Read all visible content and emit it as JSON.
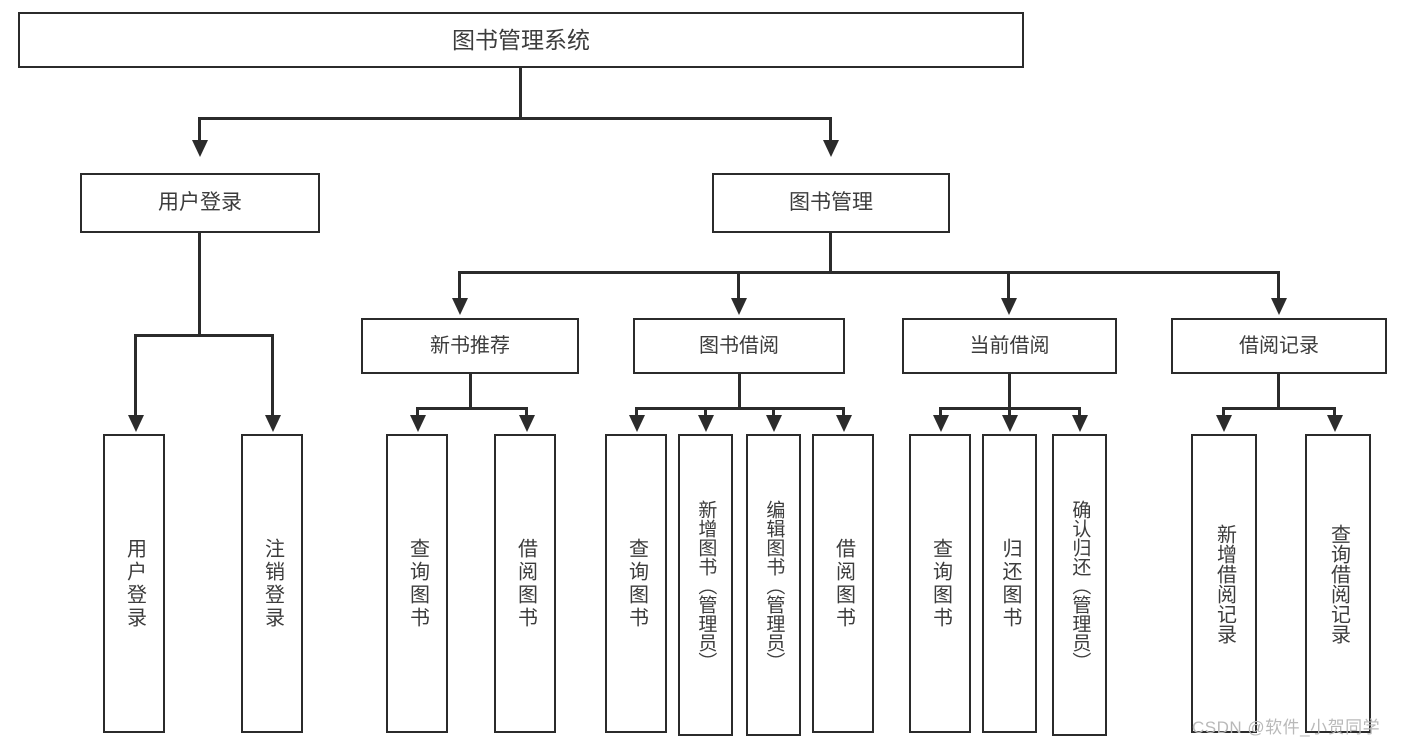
{
  "diagram": {
    "type": "tree-hierarchy",
    "title": "图书管理系统",
    "watermark": "CSDN @软件_小贺同学",
    "colors": {
      "background": "#ffffff",
      "stroke": "#2b2b2b",
      "text": "#3c3c3c",
      "watermark": "#b9b9b9"
    },
    "nodes": {
      "root": {
        "label": "图书管理系统"
      },
      "level1": [
        {
          "id": "user-login",
          "label": "用户登录"
        },
        {
          "id": "book-manage",
          "label": "图书管理"
        }
      ],
      "level2": [
        {
          "id": "new-book-recommend",
          "label": "新书推荐",
          "parent": "book-manage"
        },
        {
          "id": "book-borrow",
          "label": "图书借阅",
          "parent": "book-manage"
        },
        {
          "id": "current-borrow",
          "label": "当前借阅",
          "parent": "book-manage"
        },
        {
          "id": "borrow-record",
          "label": "借阅记录",
          "parent": "book-manage"
        }
      ],
      "leaves": [
        {
          "id": "leaf-user-login",
          "label": "用户登录",
          "parent": "user-login"
        },
        {
          "id": "leaf-user-logout",
          "label": "注销登录",
          "parent": "user-login"
        },
        {
          "id": "leaf-query-book-1",
          "label": "查询图书",
          "parent": "new-book-recommend"
        },
        {
          "id": "leaf-borrow-book-1",
          "label": "借阅图书",
          "parent": "new-book-recommend"
        },
        {
          "id": "leaf-query-book-2",
          "label": "查询图书",
          "parent": "book-borrow"
        },
        {
          "id": "leaf-add-book",
          "label": "新增图书（管理员）",
          "parent": "book-borrow"
        },
        {
          "id": "leaf-edit-book",
          "label": "编辑图书（管理员）",
          "parent": "book-borrow"
        },
        {
          "id": "leaf-borrow-book-2",
          "label": "借阅图书",
          "parent": "book-borrow"
        },
        {
          "id": "leaf-query-book-3",
          "label": "查询图书",
          "parent": "current-borrow"
        },
        {
          "id": "leaf-return-book",
          "label": "归还图书",
          "parent": "current-borrow"
        },
        {
          "id": "leaf-confirm-return",
          "label": "确认归还（管理员）",
          "parent": "current-borrow"
        },
        {
          "id": "leaf-add-record",
          "label": "新增借阅记录",
          "parent": "borrow-record"
        },
        {
          "id": "leaf-query-record",
          "label": "查询借阅记录",
          "parent": "borrow-record"
        }
      ]
    }
  }
}
